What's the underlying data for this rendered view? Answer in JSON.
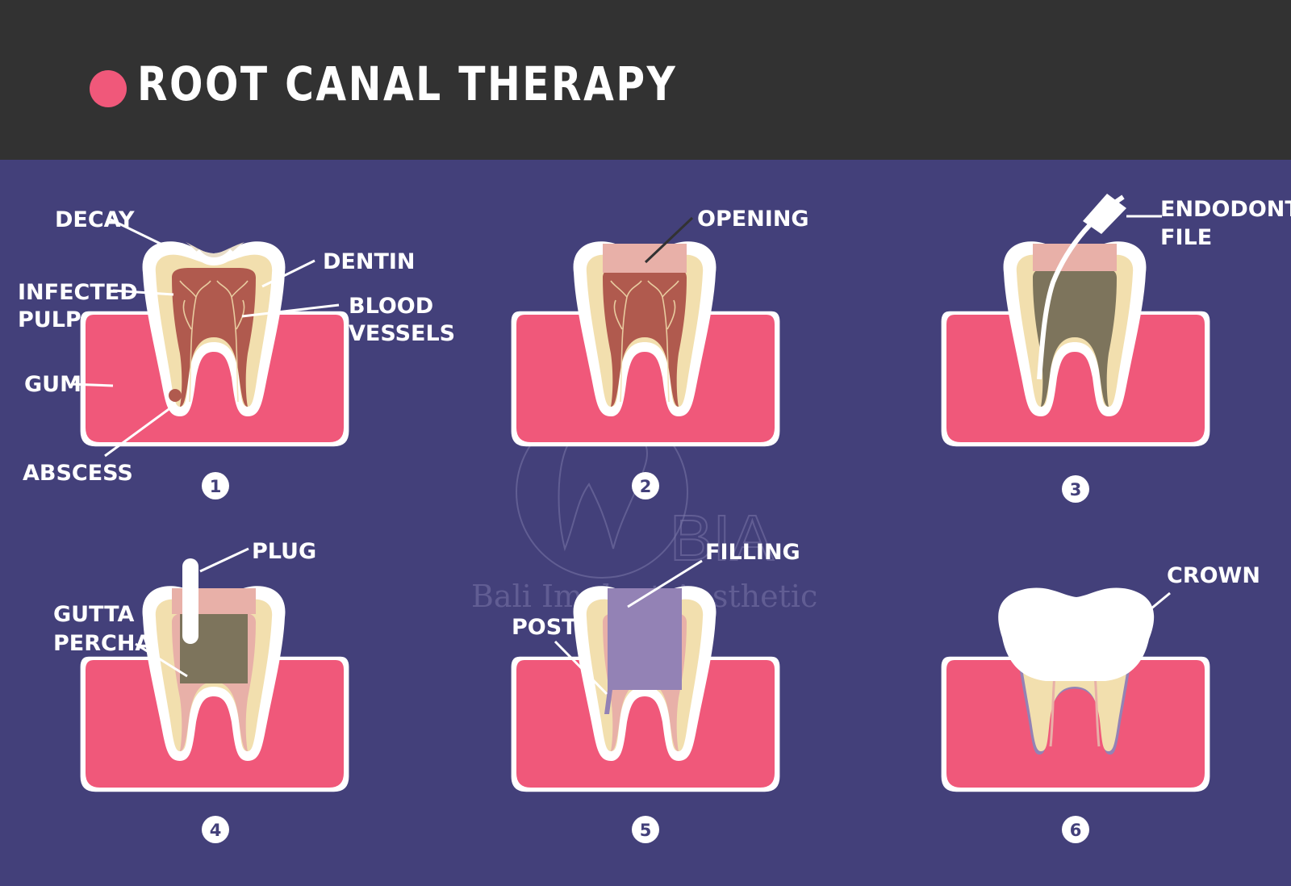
{
  "header": {
    "title": "ROOT CANAL THERAPY",
    "accent_color": "#f0587a",
    "background_color": "#323232"
  },
  "colors": {
    "background": "#43407a",
    "gum": "#f0587a",
    "enamel": "#ffffff",
    "dentin": "#f2dfae",
    "pulp": "#b05a4e",
    "cleaned_canal": "#7d745c",
    "decay_opening": "#e8b0a8",
    "filling": "#9382b5"
  },
  "steps": [
    {
      "number": "1",
      "labels": {
        "decay": "DECAY",
        "infected_pulp_1": "INFECTED",
        "infected_pulp_2": "PULP",
        "gum": "GUM",
        "abscess": "ABSCESS",
        "dentin": "DENTIN",
        "blood_1": "BLOOD",
        "blood_2": "VESSELS"
      }
    },
    {
      "number": "2",
      "labels": {
        "opening": "OPENING"
      }
    },
    {
      "number": "3",
      "labels": {
        "file_1": "ENDODONTIC",
        "file_2": "FILE"
      }
    },
    {
      "number": "4",
      "labels": {
        "plug": "PLUG",
        "gutta_1": "GUTTA",
        "gutta_2": "PERCHA"
      }
    },
    {
      "number": "5",
      "labels": {
        "filling": "FILLING",
        "post": "POST"
      }
    },
    {
      "number": "6",
      "labels": {
        "crown": "CROWN"
      }
    }
  ],
  "watermark": {
    "logo": "BIA",
    "name": "Bali Implant Aesthetic"
  }
}
